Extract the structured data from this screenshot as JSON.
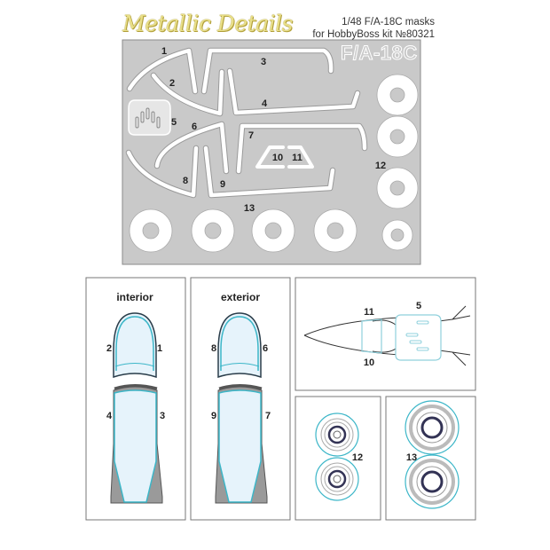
{
  "brand": {
    "logo_text": "Metallic Details"
  },
  "header": {
    "line1": "1/48 F/A-18C masks",
    "line2": "for HobbyBoss kit №80321"
  },
  "sheet": {
    "model_text": "F/A-18C",
    "background_color": "#c9c9c9",
    "part_numbers": [
      "1",
      "2",
      "3",
      "4",
      "5",
      "6",
      "7",
      "8",
      "9",
      "10",
      "11",
      "12",
      "13"
    ]
  },
  "panels": {
    "interior": {
      "label": "interior",
      "numbers": [
        "2",
        "1",
        "4",
        "3"
      ]
    },
    "exterior": {
      "label": "exterior",
      "numbers": [
        "8",
        "6",
        "9",
        "7"
      ]
    },
    "top_view": {
      "numbers": [
        "11",
        "5",
        "10"
      ]
    },
    "wheels_small": {
      "number": "12"
    },
    "wheels_large": {
      "number": "13"
    }
  },
  "colors": {
    "mask_outline": "#3cb6c8",
    "glass": "#e6f3fb",
    "frame": "#8a8a8a"
  }
}
